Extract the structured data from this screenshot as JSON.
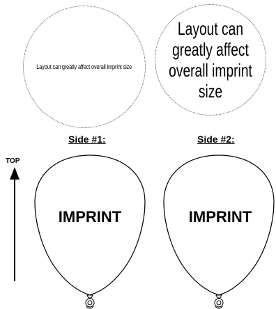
{
  "layout_note_small": "Layout can greatly affect overall imprint size",
  "layout_note_large": "Layout can greatly affect overall imprint size",
  "side1_label": "Side #1:",
  "side2_label": "Side #2:",
  "top_label": "TOP",
  "imprint1": "IMPRINT",
  "imprint2": "IMPRINT"
}
